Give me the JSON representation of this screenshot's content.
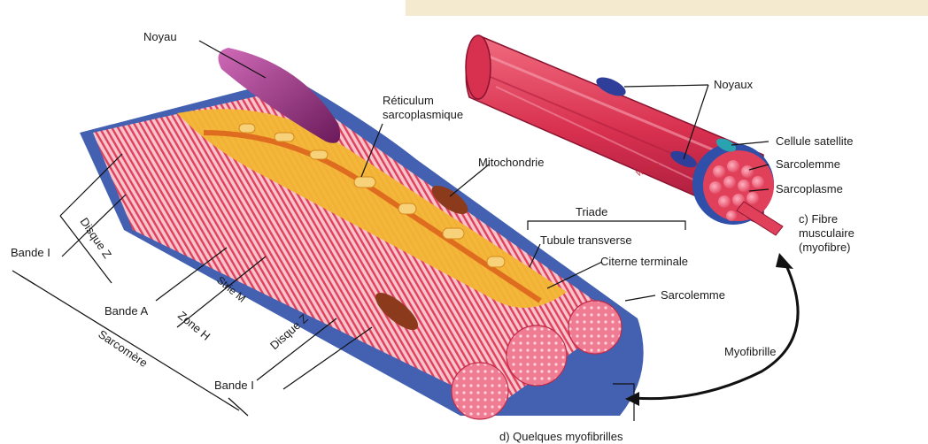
{
  "labels": {
    "noyau": "Noyau",
    "reticulum_1": "Réticulum",
    "reticulum_2": "sarcoplasmique",
    "mitochondrie": "Mitochondrie",
    "noyaux": "Noyaux",
    "cellule_satellite": "Cellule satellite",
    "sarcolemme_fibre": "Sarcolemme",
    "sarcoplasme": "Sarcoplasme",
    "fibre_1": "c) Fibre",
    "fibre_2": "musculaire",
    "fibre_3": "(myofibre)",
    "triade": "Triade",
    "tubule_transverse": "Tubule transverse",
    "citerne_terminale": "Citerne terminale",
    "sarcolemme_myofibrille": "Sarcolemme",
    "myofibrille": "Myofibrille",
    "quelques_myofibrilles": "d) Quelques myofibrilles",
    "bande_i_top": "Bande I",
    "disque_z_top": "Disque Z",
    "strie_m": "Strie M",
    "zone_h": "Zone H",
    "bande_a": "Bande A",
    "sarcomere": "Sarcomère",
    "disque_z_bottom": "Disque Z",
    "bande_i_bottom": "Bande I",
    "signature": "Wilson"
  },
  "colors": {
    "muscle_red": "#e0405a",
    "fiber_pink": "#d8304f",
    "reticulum_yellow": "#f2b633",
    "membrane_blue": "#2f4fa8",
    "nucleus_purple": "#8e2b7a",
    "mitochondria_brown": "#8c3a1c",
    "topbar": "#f3ead0"
  },
  "icons": {
    "curved_arrow": "curved-double-arrow-icon"
  }
}
